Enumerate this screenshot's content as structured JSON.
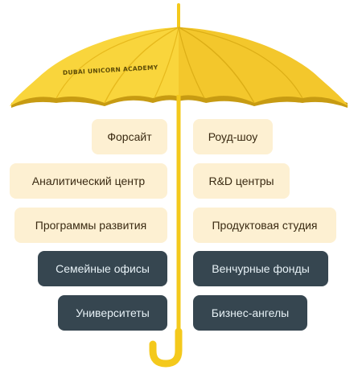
{
  "brand": {
    "name": "DUBAI UNICORN ACADEMY",
    "canopy_color": "#f9d53c",
    "handle_color": "#f4c91c"
  },
  "left_column": [
    {
      "label": "Форсайт",
      "style": "light"
    },
    {
      "label": "Аналитический центр",
      "style": "light"
    },
    {
      "label": "Программы развития",
      "style": "light"
    },
    {
      "label": "Семейные офисы",
      "style": "dark"
    },
    {
      "label": "Университеты",
      "style": "dark"
    }
  ],
  "right_column": [
    {
      "label": "Роуд-шоу",
      "style": "light"
    },
    {
      "label": "R&D центры",
      "style": "light"
    },
    {
      "label": "Продуктовая студия",
      "style": "light"
    },
    {
      "label": "Венчурные фонды",
      "style": "dark"
    },
    {
      "label": "Бизнес-ангелы",
      "style": "dark"
    }
  ],
  "colors": {
    "light_chip": "#fdf0d2",
    "dark_chip": "#364650",
    "dark_chip_text": "#e7f1f6",
    "light_chip_text": "#3a2a12"
  }
}
